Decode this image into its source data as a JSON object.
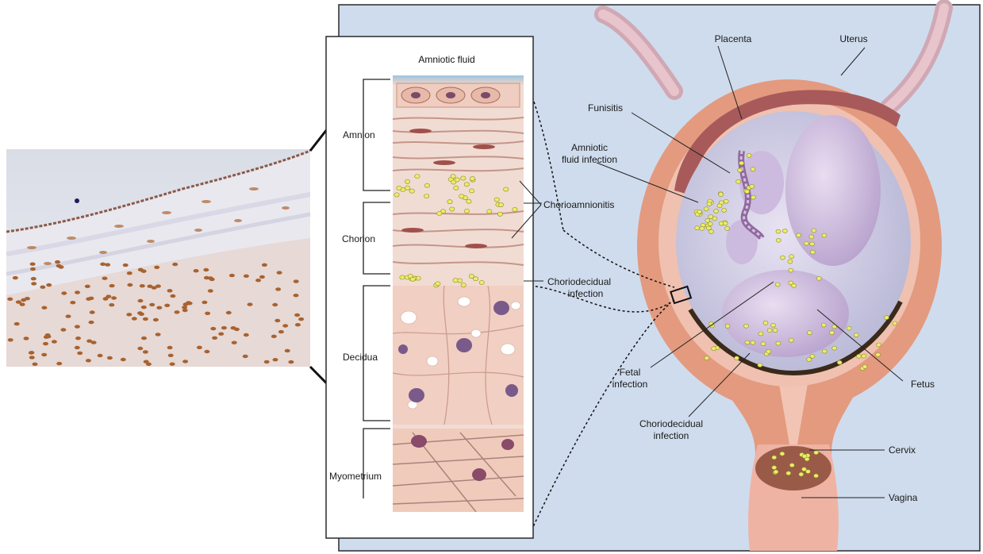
{
  "column": {
    "title": "Amniotic fluid",
    "layers": {
      "amnion": "Amnion",
      "chorion": "Chorion",
      "decidua": "Decidua",
      "myometrium": "Myometrium"
    },
    "callouts": {
      "chorioamnionitis": "Chorioamnionitis",
      "choriodecidual_line1": "Choriodecidual",
      "choriodecidual_line2": "infection"
    }
  },
  "uterus": {
    "labels": {
      "placenta": "Placenta",
      "uterus": "Uterus",
      "funisitis": "Funisitis",
      "amniotic_line1": "Amniotic",
      "amniotic_line2": "fluid infection",
      "fetal_line1": "Fetal",
      "fetal_line2": "infection",
      "fetus": "Fetus",
      "choriodecidual_line1": "Choriodecidual",
      "choriodecidual_line2": "infection",
      "cervix": "Cervix",
      "vagina": "Vagina"
    }
  },
  "colors": {
    "panel_bg": "#cfdced",
    "uterine_wall": "#e8a084",
    "membrane": "#f3c8b7",
    "bacteria": "#ecec6a",
    "fetus": "#c7b3d8",
    "micrograph_bg": "#dde1ea",
    "stain": "#a8622f"
  }
}
